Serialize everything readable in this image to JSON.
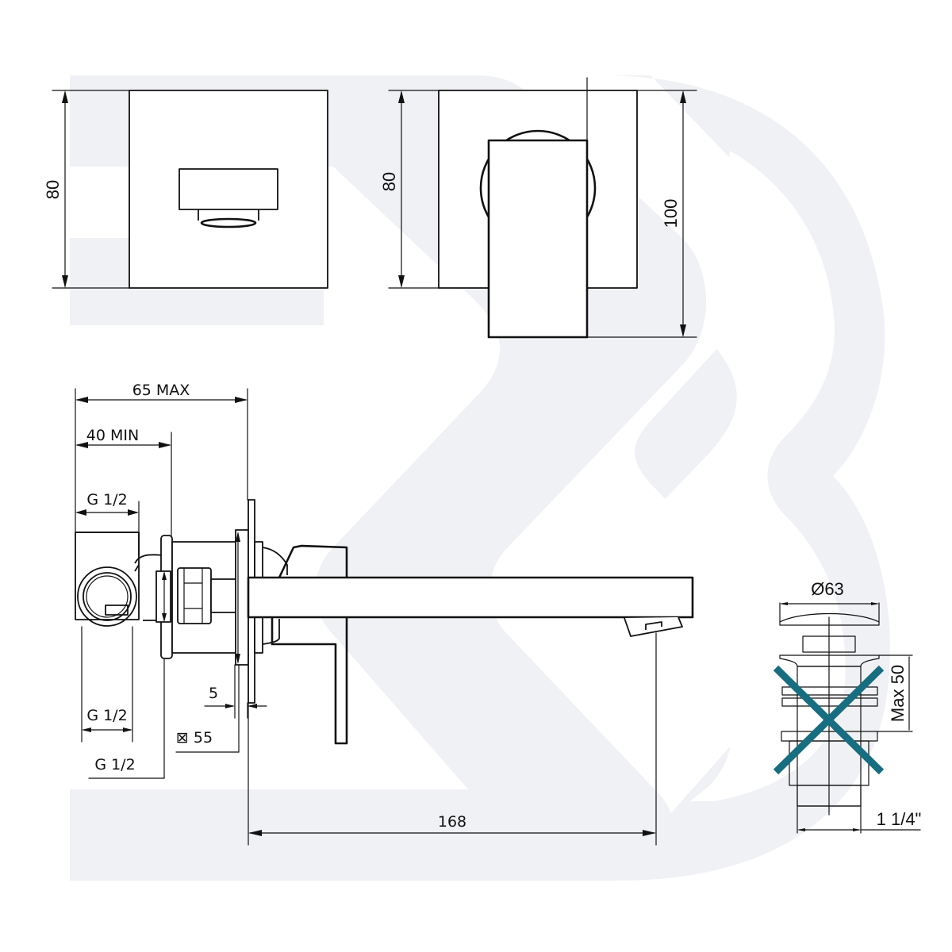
{
  "drawing": {
    "subject": "Wall-mounted basin mixer technical drawing",
    "front_view_plate": {
      "height_label": "80"
    },
    "side_view_plate": {
      "height_label": "80",
      "lever_height_label": "100"
    },
    "section_view": {
      "max_depth_label": "65 MAX",
      "min_depth_label": "40 MIN",
      "inlet_top_label": "G 1/2",
      "inlet_bottom_label": "G 1/2",
      "outlet_label": "G 1/2",
      "plate_thickness_label": "5",
      "plate_square_label": "⊠ 55",
      "spout_length_label": "168"
    },
    "waste_valve": {
      "diameter_label": "Ø63",
      "max_height_label": "Max 50",
      "thread_label": "1 1/4\"",
      "cross_color": "#176e80",
      "status": "crossed-out"
    },
    "colors": {
      "line": "#111111",
      "watermark": "#f0f1f5",
      "background": "#ffffff",
      "accent": "#176e80"
    }
  }
}
